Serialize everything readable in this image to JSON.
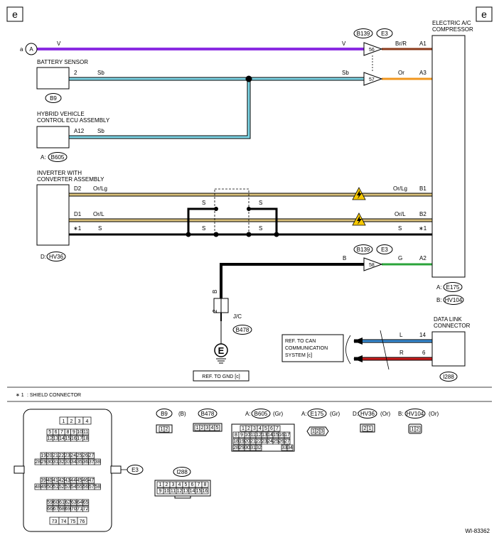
{
  "page_letter_left": "e",
  "page_letter_right": "e",
  "diagram_id": "WI-83362",
  "footnote": {
    "mark": "∗ 1",
    "text": ": SHIELD CONNECTOR"
  },
  "components": {
    "battery_sensor": {
      "name": "BATTERY SENSOR",
      "connector": "B9"
    },
    "hv_ecu": {
      "name1": "HYBRID VEHICLE",
      "name2": "CONTROL ECU ASSEMBLY",
      "connector_prefix": "A:",
      "connector": "B605"
    },
    "inverter": {
      "name1": "INVERTER WITH",
      "name2": "CONVERTER ASSEMBLY",
      "connector_prefix": "D:",
      "connector": "HV36"
    },
    "compressor": {
      "name1": "ELECTRIC A/C",
      "name2": "COMPRESSOR",
      "conn_a_prefix": "A:",
      "conn_a": "E175",
      "conn_b_prefix": "B:",
      "conn_b": "HV104"
    },
    "dlc": {
      "name1": "DATA LINK",
      "name2": "CONNECTOR",
      "connector": "I288"
    },
    "jc": {
      "name": "J/C",
      "connector": "B478"
    }
  },
  "references": {
    "a_label": "a",
    "a_circle": "A",
    "can_ref": [
      "REF. TO CAN",
      "COMMUNICATION",
      "SYSTEM  [c]"
    ],
    "gnd_ref": "REF. TO GND  [c]",
    "ground_symbol": "E"
  },
  "splice_labels": {
    "b139": "B139",
    "e3": "E3"
  },
  "wires": {
    "v_left": "V",
    "v_right": "V",
    "br_r": "Br/R",
    "a1": "A1",
    "bs_pin": "2",
    "sb1": "Sb",
    "sb_right": "Sb",
    "or": "Or",
    "a3": "A3",
    "ecu_pin": "A12",
    "sb2": "Sb",
    "d2": "D2",
    "or_lg_left": "Or/Lg",
    "or_lg_right": "Or/Lg",
    "b1": "B1",
    "d1": "D1",
    "or_l_left": "Or/L",
    "or_l_right": "Or/L",
    "b2": "B2",
    "shield_left": "∗1",
    "s_left": "S",
    "shield_right": "∗1",
    "s_right": "S",
    "s_top_left": "S",
    "s_top_right": "S",
    "s_mid_left": "S",
    "s_mid_right": "S",
    "b_top": "B",
    "g": "G",
    "a2": "A2",
    "b_vertical": "B",
    "jc_pin": "2",
    "l": "L",
    "pin14": "14",
    "r": "R",
    "pin6": "6"
  },
  "splice_pins": {
    "p56": "56",
    "p57": "57",
    "p58": "58"
  },
  "colors": {
    "violet": "#8a2be2",
    "brown": "#8b3a1a",
    "sky_blue": "#7fd8e8",
    "orange": "#f0961e",
    "tan": "#d9c07a",
    "green": "#2aa43a",
    "blue": "#3a8fd8",
    "red": "#cc1c1c",
    "black": "#000000"
  },
  "legend": {
    "b9": {
      "code": "B9",
      "color": "(B)",
      "pins": [
        "1",
        "2"
      ]
    },
    "b478": {
      "code": "B478",
      "pins": [
        "1",
        "2",
        "3",
        "4",
        "5"
      ]
    },
    "b605": {
      "prefix": "A:",
      "code": "B605",
      "color": "(Gr)",
      "rows": [
        [
          "1",
          "2",
          "3",
          "4",
          "5",
          "6",
          "7"
        ],
        [
          "8",
          "9",
          "10",
          "11",
          "12",
          "13",
          "14",
          "15",
          "16",
          "17"
        ],
        [
          "18",
          "19",
          "20",
          "21",
          "22",
          "23",
          "24",
          "25",
          "26",
          "27"
        ],
        [
          "28",
          "29",
          "30",
          "31",
          "32",
          "33",
          "34"
        ]
      ]
    },
    "e175": {
      "prefix": "A:",
      "code": "E175",
      "color": "(Gr)",
      "pins": [
        "1",
        "2",
        "3"
      ]
    },
    "hv36": {
      "prefix": "D:",
      "code": "HV36",
      "color": "(Or)",
      "pins": [
        "2",
        "1"
      ]
    },
    "hv104": {
      "prefix": "B:",
      "code": "HV104",
      "color": "(Or)",
      "pins": [
        "1",
        "2"
      ]
    },
    "i288": {
      "code": "I288",
      "rows": [
        [
          "1",
          "2",
          "3",
          "4",
          "5",
          "6",
          "7",
          "8"
        ],
        [
          "9",
          "10",
          "11",
          "12",
          "13",
          "14",
          "15",
          "16"
        ]
      ]
    },
    "e3": {
      "code": "E3",
      "rows_top": [
        [
          "1",
          "2",
          "3",
          "4"
        ],
        [
          "5",
          "6",
          "7",
          "8",
          "9",
          "10",
          "11"
        ],
        [
          "12",
          "13",
          "14",
          "15",
          "16",
          "17",
          "18"
        ]
      ],
      "rows_mid": [
        [
          "19",
          "20",
          "21",
          "22",
          "23",
          "24",
          "25",
          "26",
          "27"
        ],
        [
          "28",
          "29",
          "30",
          "31",
          "32",
          "33",
          "34",
          "35",
          "36",
          "37",
          "38"
        ]
      ],
      "rows_low": [
        [
          "39",
          "40",
          "41",
          "42",
          "43",
          "44",
          "45",
          "46",
          "47"
        ],
        [
          "48",
          "49",
          "50",
          "51",
          "52",
          "53",
          "54",
          "55",
          "56",
          "57",
          "58"
        ]
      ],
      "rows_bot": [
        [
          "59",
          "60",
          "61",
          "62",
          "63",
          "64",
          "65"
        ],
        [
          "66",
          "67",
          "68",
          "69",
          "70",
          "71",
          "72"
        ]
      ],
      "row_last": [
        "73",
        "74",
        "75",
        "76"
      ]
    }
  }
}
